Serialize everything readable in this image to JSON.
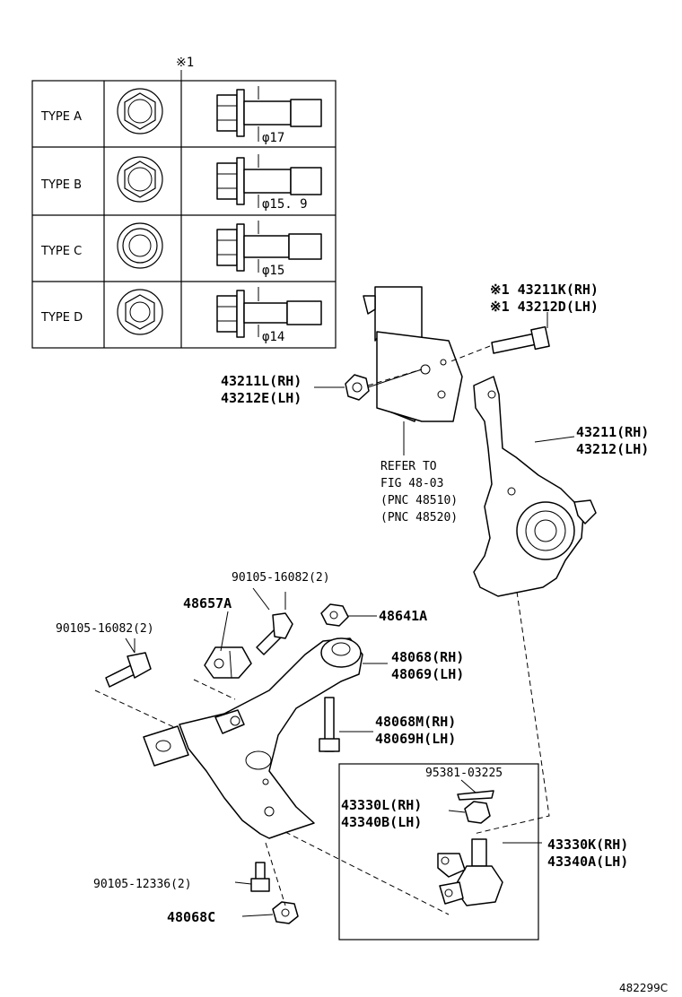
{
  "table": {
    "marker": "※1",
    "rows": [
      {
        "type": "TYPE A",
        "dim": "φ17"
      },
      {
        "type": "TYPE B",
        "dim": "φ15. 9"
      },
      {
        "type": "TYPE C",
        "dim": "φ15"
      },
      {
        "type": "TYPE D",
        "dim": "φ14"
      }
    ]
  },
  "labels": {
    "bolt_rh": "※1  43211K(RH)",
    "bolt_lh": "※1  43212D(LH)",
    "nut_rh": "43211L(RH)",
    "nut_lh": "43212E(LH)",
    "knuckle_rh": "43211(RH)",
    "knuckle_lh": "43212(LH)",
    "refer_1": "REFER TO",
    "refer_2": "FIG 48-03",
    "refer_3": "(PNC 48510)",
    "refer_4": "(PNC 48520)",
    "bolt_top": "90105-16082(2)",
    "bolt_left": "90105-16082(2)",
    "bracket": "48657A",
    "nut_48641": "48641A",
    "arm_rh": "48068(RH)",
    "arm_lh": "48069(LH)",
    "bolt_m_rh": "48068M(RH)",
    "bolt_m_lh": "48069H(LH)",
    "pin": "95381-03225",
    "bj_nut_rh": "43330L(RH)",
    "bj_nut_lh": "43340B(LH)",
    "bj_rh": "43330K(RH)",
    "bj_lh": "43340A(LH)",
    "bolt_bottom": "90105-12336(2)",
    "nut_bottom": "48068C",
    "figure_number": "482299C"
  }
}
